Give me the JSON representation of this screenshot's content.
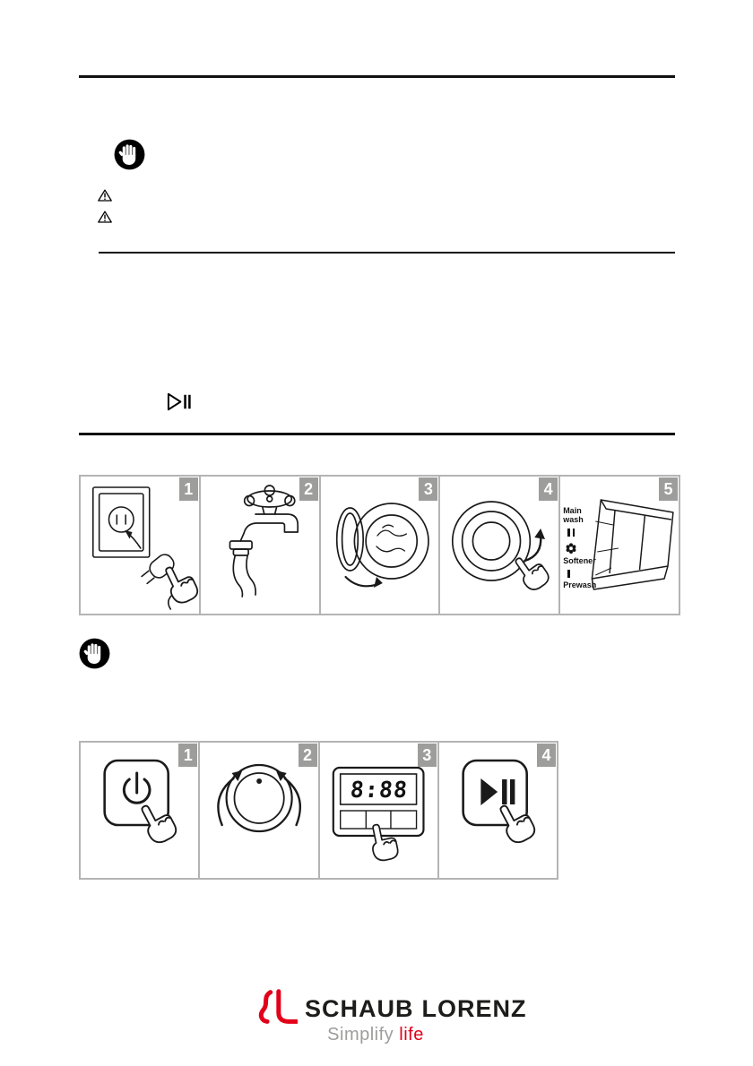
{
  "colors": {
    "accent_red": "#e2001a",
    "badge_gray": "#9d9d9c",
    "line_black": "#1a1a1a",
    "border_gray": "#b4b4b4"
  },
  "install_steps": {
    "steps": [
      {
        "num": "1",
        "name": "connect-power-plug"
      },
      {
        "num": "2",
        "name": "open-water-tap"
      },
      {
        "num": "3",
        "name": "load-laundry-into-drum"
      },
      {
        "num": "4",
        "name": "close-door"
      },
      {
        "num": "5",
        "name": "fill-detergent-drawer",
        "labels": {
          "main_wash": "Main wash",
          "softener": "Softener",
          "prewash": "Prewash"
        }
      }
    ]
  },
  "operate_steps": {
    "steps": [
      {
        "num": "1",
        "name": "press-power-button"
      },
      {
        "num": "2",
        "name": "turn-program-knob"
      },
      {
        "num": "3",
        "name": "set-options-on-display",
        "display": "8:88"
      },
      {
        "num": "4",
        "name": "press-start-pause-button"
      }
    ]
  },
  "logo": {
    "brand_first": "SCHAUB",
    "brand_second": "LORENZ",
    "tagline_word": "Simplify",
    "tagline_accent": "life"
  }
}
